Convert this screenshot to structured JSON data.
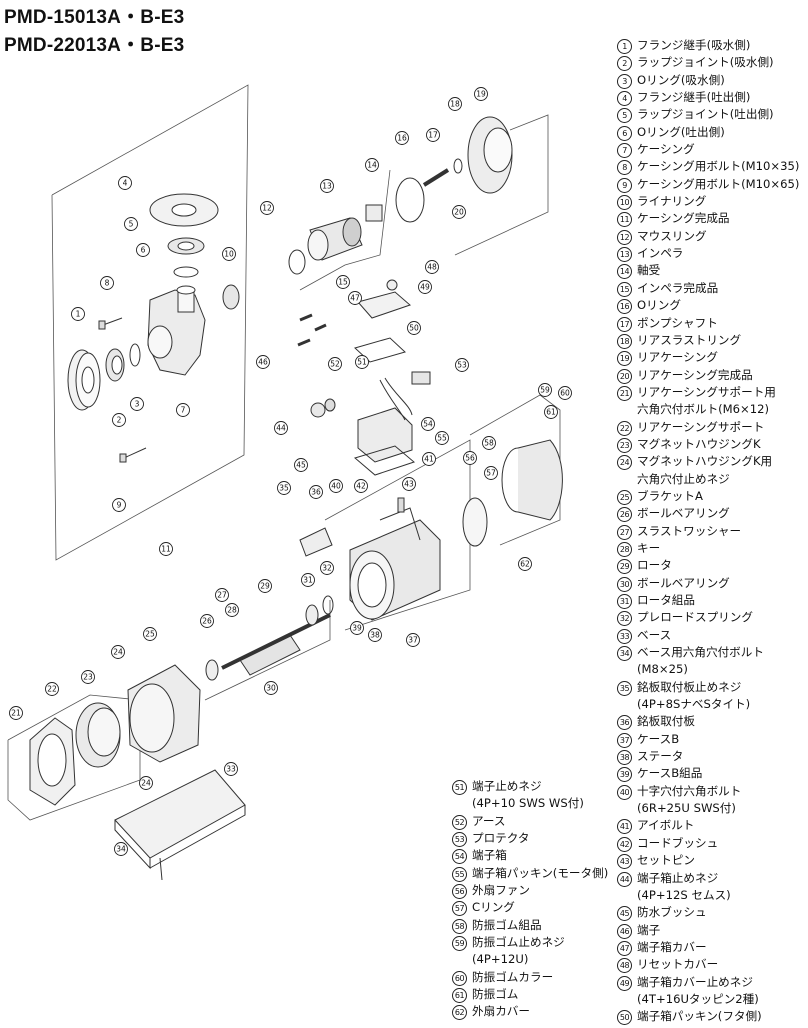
{
  "titles": [
    "PMD-15013A・B-E3",
    "PMD-22013A・B-E3"
  ],
  "legend_right": [
    {
      "num": "1",
      "text": "フランジ継手(吸水側)"
    },
    {
      "num": "2",
      "text": "ラップジョイント(吸水側)"
    },
    {
      "num": "3",
      "text": "Oリング(吸水側)"
    },
    {
      "num": "4",
      "text": "フランジ継手(吐出側)"
    },
    {
      "num": "5",
      "text": "ラップジョイント(吐出側)"
    },
    {
      "num": "6",
      "text": "Oリング(吐出側)"
    },
    {
      "num": "7",
      "text": "ケーシング"
    },
    {
      "num": "8",
      "text": "ケーシング用ボルト(M10×35)"
    },
    {
      "num": "9",
      "text": "ケーシング用ボルト(M10×65)"
    },
    {
      "num": "10",
      "text": "ライナリング"
    },
    {
      "num": "11",
      "text": "ケーシング完成品"
    },
    {
      "num": "12",
      "text": "マウスリング"
    },
    {
      "num": "13",
      "text": "インペラ"
    },
    {
      "num": "14",
      "text": "軸受"
    },
    {
      "num": "15",
      "text": "インペラ完成品"
    },
    {
      "num": "16",
      "text": "Oリング"
    },
    {
      "num": "17",
      "text": "ポンプシャフト"
    },
    {
      "num": "18",
      "text": "リアスラストリング"
    },
    {
      "num": "19",
      "text": "リアケーシング"
    },
    {
      "num": "20",
      "text": "リアケーシング完成品"
    },
    {
      "num": "21",
      "text": "リアケーシングサポート用",
      "cont": "六角穴付ボルト(M6×12)"
    },
    {
      "num": "22",
      "text": "リアケーシングサポート"
    },
    {
      "num": "23",
      "text": "マグネットハウジングK"
    },
    {
      "num": "24",
      "text": "マグネットハウジングK用",
      "cont": "六角穴付止めネジ"
    },
    {
      "num": "25",
      "text": "ブラケットA"
    },
    {
      "num": "26",
      "text": "ボールベアリング"
    },
    {
      "num": "27",
      "text": "スラストワッシャー"
    },
    {
      "num": "28",
      "text": "キー"
    },
    {
      "num": "29",
      "text": "ロータ"
    },
    {
      "num": "30",
      "text": "ボールベアリング"
    },
    {
      "num": "31",
      "text": "ロータ組品"
    },
    {
      "num": "32",
      "text": "プレロードスプリング"
    },
    {
      "num": "33",
      "text": "ベース"
    },
    {
      "num": "34",
      "text": "ベース用六角穴付ボルト",
      "cont": "(M8×25)"
    },
    {
      "num": "35",
      "text": "銘板取付板止めネジ",
      "cont": "(4P+8SナベSタイト)"
    },
    {
      "num": "36",
      "text": "銘板取付板"
    },
    {
      "num": "37",
      "text": "ケースB"
    },
    {
      "num": "38",
      "text": "ステータ"
    },
    {
      "num": "39",
      "text": "ケースB組品"
    },
    {
      "num": "40",
      "text": "十字穴付六角ボルト",
      "cont": "(6R+25U SWS付)"
    },
    {
      "num": "41",
      "text": "アイボルト"
    },
    {
      "num": "42",
      "text": "コードブッシュ"
    },
    {
      "num": "43",
      "text": "セットピン"
    },
    {
      "num": "44",
      "text": "端子箱止めネジ",
      "cont": "(4P+12S セムス)"
    },
    {
      "num": "45",
      "text": "防水ブッシュ"
    },
    {
      "num": "46",
      "text": "端子"
    },
    {
      "num": "47",
      "text": "端子箱カバー"
    },
    {
      "num": "48",
      "text": "リセットカバー"
    },
    {
      "num": "49",
      "text": "端子箱カバー止めネジ",
      "cont": "(4T+16Uタッピン2種)"
    },
    {
      "num": "50",
      "text": "端子箱パッキン(フタ側)"
    }
  ],
  "legend_bottom": [
    {
      "num": "51",
      "text": "端子止めネジ",
      "cont": "(4P+10 SWS WS付)"
    },
    {
      "num": "52",
      "text": "アース"
    },
    {
      "num": "53",
      "text": "プロテクタ"
    },
    {
      "num": "54",
      "text": "端子箱"
    },
    {
      "num": "55",
      "text": "端子箱パッキン(モータ側)"
    },
    {
      "num": "56",
      "text": "外扇ファン"
    },
    {
      "num": "57",
      "text": "Cリング"
    },
    {
      "num": "58",
      "text": "防振ゴム組品"
    },
    {
      "num": "59",
      "text": "防振ゴム止めネジ",
      "cont": "(4P+12U)"
    },
    {
      "num": "60",
      "text": "防振ゴムカラー"
    },
    {
      "num": "61",
      "text": "防振ゴム"
    },
    {
      "num": "62",
      "text": "外扇カバー"
    }
  ],
  "callouts": [
    "1",
    "2",
    "3",
    "4",
    "5",
    "6",
    "7",
    "8",
    "9",
    "10",
    "11",
    "12",
    "13",
    "14",
    "15",
    "16",
    "17",
    "18",
    "19",
    "20",
    "21",
    "22",
    "23",
    "24",
    "24",
    "25",
    "26",
    "27",
    "28",
    "29",
    "30",
    "31",
    "32",
    "33",
    "34",
    "35",
    "36",
    "37",
    "38",
    "39",
    "40",
    "41",
    "42",
    "43",
    "44",
    "45",
    "46",
    "47",
    "48",
    "49",
    "50",
    "51",
    "52",
    "53",
    "54",
    "55",
    "56",
    "57",
    "58",
    "59",
    "60",
    "61",
    "62"
  ]
}
